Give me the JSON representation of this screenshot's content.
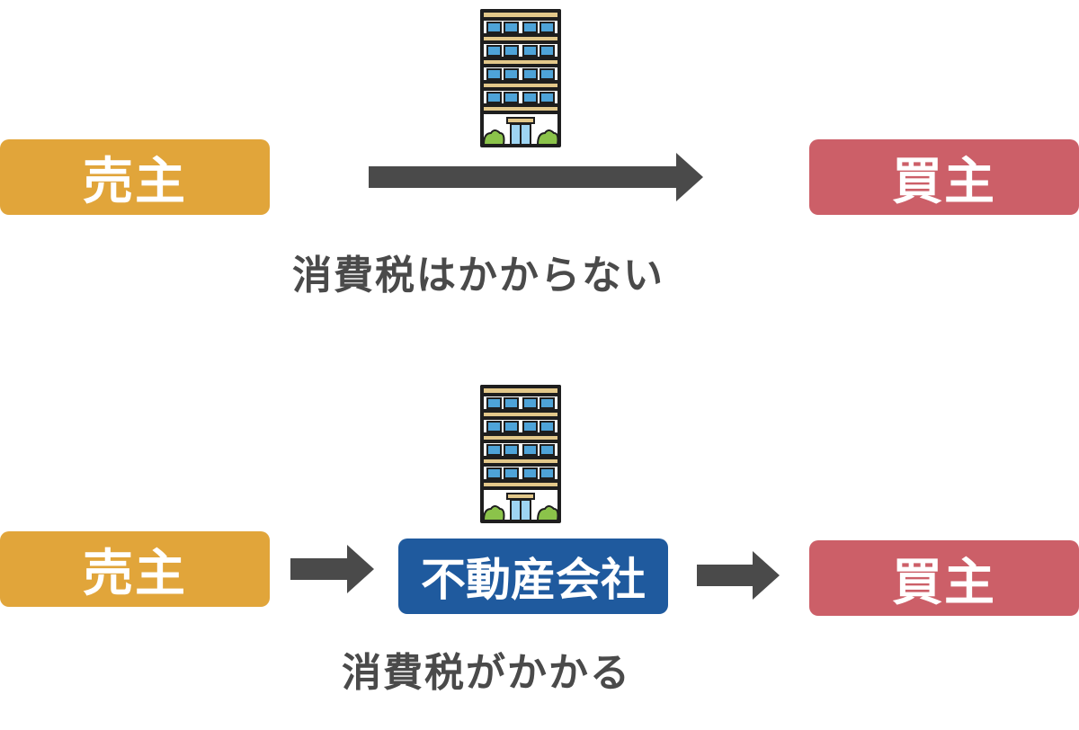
{
  "scenario_direct": {
    "seller_label": "売主",
    "buyer_label": "買主",
    "caption": "消費税はかからない"
  },
  "scenario_via_company": {
    "seller_label": "売主",
    "company_label": "不動産会社",
    "buyer_label": "買主",
    "caption": "消費税がかかる"
  },
  "colors": {
    "seller": "#E1A53A",
    "buyer": "#CC5F68",
    "company": "#1F5A9E",
    "arrow": "#4A4A4A",
    "caption": "#4A4A4A"
  },
  "icons": [
    "building-icon",
    "arrow-right-icon"
  ]
}
